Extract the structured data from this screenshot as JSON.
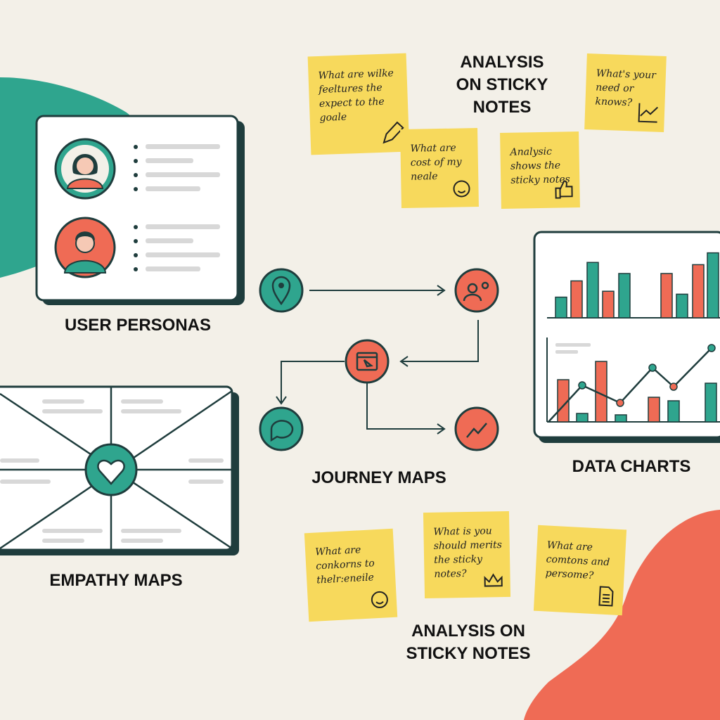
{
  "colors": {
    "background": "#f3f0e8",
    "teal": "#2fa58e",
    "coral": "#ef6b55",
    "dark": "#1f3d3d",
    "sticky": "#f7d95c"
  },
  "labels": {
    "user_personas": "USER PERSONAS",
    "empathy_maps": "EMPATHY MAPS",
    "journey_maps": "JOURNEY MAPS",
    "data_charts": "DATA CHARTS",
    "analysis_top": [
      "ANALYSIS",
      "ON STICKY",
      "NOTES"
    ],
    "analysis_bottom": [
      "ANALYSIS ON",
      "STICKY NOTES"
    ]
  },
  "sticky_notes_top": [
    {
      "lines": [
        "What are wilke",
        "feeltures the",
        "expect to the",
        "goale"
      ],
      "icon": "pencil-icon"
    },
    {
      "lines": [
        "What are",
        "cost of my",
        "neale"
      ],
      "icon": "smiley-icon"
    },
    {
      "lines": [
        "Analysic",
        "shows the",
        "sticky notes"
      ],
      "icon": "thumbs-up-icon"
    },
    {
      "lines": [
        "What's your",
        "need or",
        "knows?"
      ],
      "icon": "trend-chart-icon"
    }
  ],
  "sticky_notes_bottom": [
    {
      "lines": [
        "What are",
        "conkorns to",
        "thelr:eneile"
      ],
      "icon": "smiley-icon"
    },
    {
      "lines": [
        "What is you",
        "should merits",
        "the sticky",
        "notes?"
      ],
      "icon": "crown-icon"
    },
    {
      "lines": [
        "What are",
        "comtons and",
        "persome?"
      ],
      "icon": "document-icon"
    }
  ],
  "journey_nodes": [
    "location-pin-icon",
    "user-settings-icon",
    "browser-cursor-icon",
    "chat-bubble-icon",
    "trend-up-icon"
  ],
  "data_charts": {
    "bar_group_1": [
      {
        "color": "teal",
        "value": 0.28
      },
      {
        "color": "coral",
        "value": 0.5
      },
      {
        "color": "teal",
        "value": 0.75
      },
      {
        "color": "coral",
        "value": 0.36
      },
      {
        "color": "teal",
        "value": 0.6
      }
    ],
    "bar_group_2": [
      {
        "color": "coral",
        "value": 0.6
      },
      {
        "color": "teal",
        "value": 0.32
      },
      {
        "color": "coral",
        "value": 0.72
      },
      {
        "color": "teal",
        "value": 0.88
      }
    ],
    "combo_bars": [
      {
        "color": "coral",
        "value": 0.6
      },
      {
        "color": "teal",
        "value": 0.12
      },
      {
        "color": "coral",
        "value": 0.86
      },
      {
        "color": "teal",
        "value": 0.1
      },
      {
        "color": "coral",
        "value": 0.35
      },
      {
        "color": "teal",
        "value": 0.3
      },
      {
        "color": "teal",
        "value": 0.55
      }
    ],
    "combo_line": [
      0,
      0.52,
      0.27,
      0.77,
      0.5,
      1.05
    ]
  }
}
